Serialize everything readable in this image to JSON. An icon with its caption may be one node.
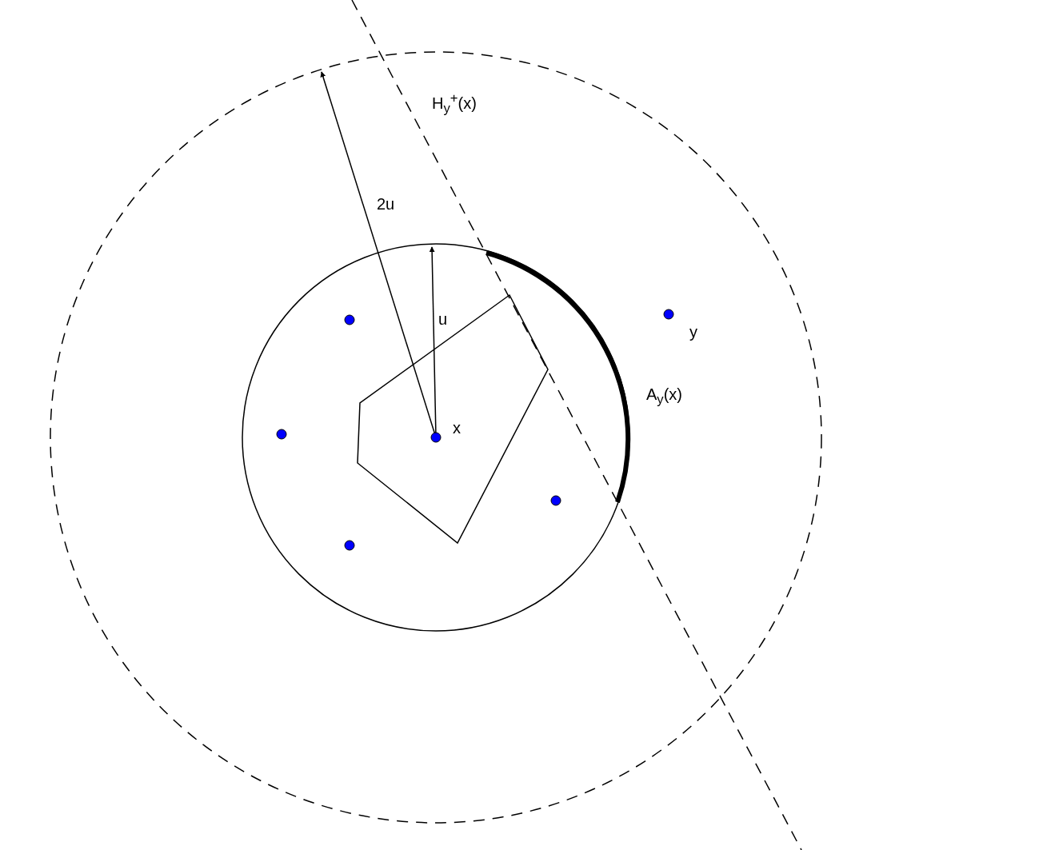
{
  "diagram": {
    "labels": [
      "H$_{y}$$^{+}$(x)",
      "2u",
      "u",
      "y",
      "A$_{y}$(x)",
      "x"
    ]
  }
}
